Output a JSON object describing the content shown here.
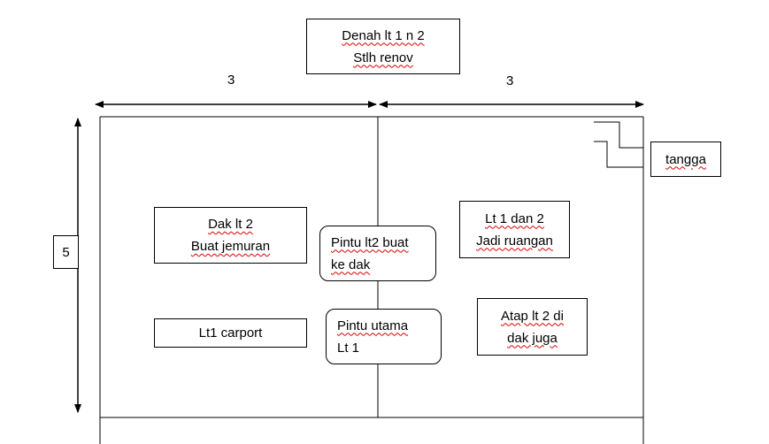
{
  "title": {
    "line1": "Denah lt 1 n 2",
    "line2": "Stlh renov"
  },
  "dimensions": {
    "width_left": "3",
    "width_right": "3",
    "height": "5"
  },
  "labels": {
    "tangga": "tangga",
    "dak": {
      "line1": "Dak lt 2",
      "line2": "Buat jemuran"
    },
    "pintu_lt2": {
      "line1": "Pintu lt2 buat",
      "line2": "ke dak"
    },
    "lt1dan2": {
      "line1": "Lt 1 dan 2",
      "line2": "Jadi ruangan"
    },
    "carport": "Lt1 carport",
    "pintu_utama": {
      "line1": "Pintu utama",
      "line2": "Lt 1"
    },
    "atap": {
      "line1": "Atap lt 2 di",
      "line2": "dak juga"
    }
  },
  "colors": {
    "line": "#000000",
    "spellcheck_underline": "#dd0000"
  }
}
